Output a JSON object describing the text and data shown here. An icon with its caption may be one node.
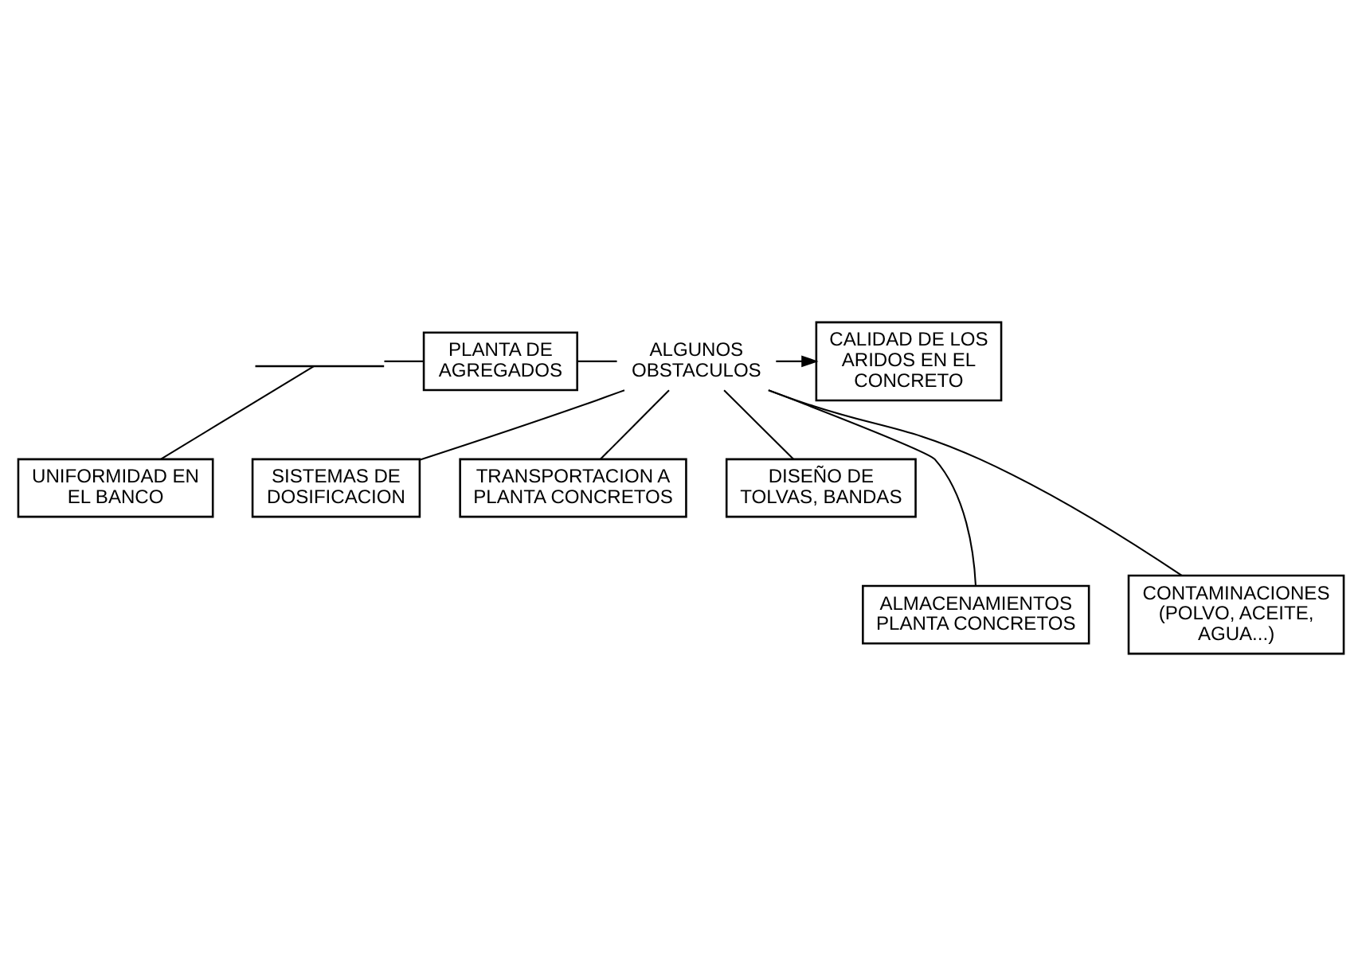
{
  "diagram": {
    "nodes": [
      {
        "text": [],
        "shape": "zigzag"
      },
      {
        "text": [
          "PLANTA DE AGREGADOS"
        ]
      },
      {
        "text": [
          "ALGUNOS",
          "OBSTACULOS"
        ]
      },
      {
        "text": [
          "CALIDAD DE LOS ARIDOS EN EL CONCRETO"
        ]
      },
      {
        "text": [
          "UNIFORMIDAD EN EL BANCO"
        ]
      },
      {
        "text": [
          "SISTEMAS DE DOSIFICACION"
        ]
      },
      {
        "text": [
          "TRANSPORTACION A PLANTA CONCRETOS"
        ]
      },
      {
        "text": [
          "DISEÑO DE TOLVAS, BANDAS"
        ]
      },
      {
        "text": [
          "ALMACENAMIENTOS PLANTA CONCRETOS"
        ]
      },
      {
        "text": [
          "CONTAMINACIONES (POLVO, ACEITE, AGUA...)"
        ]
      }
    ],
    "edges": [
      {
        "from": 0,
        "to": 1,
        "arrow": "none"
      },
      {
        "from": 1,
        "to": 2,
        "arrow": "none"
      },
      {
        "from": 2,
        "to": 3,
        "arrow": "to"
      },
      {
        "from": 0,
        "to": 4,
        "arrow": "none"
      },
      {
        "from": 2,
        "to": 5,
        "arrow": "none"
      },
      {
        "from": 2,
        "to": 6,
        "arrow": "none"
      },
      {
        "from": 2,
        "to": 7,
        "arrow": "none"
      },
      {
        "from": 2,
        "to": 8,
        "arrow": "none"
      },
      {
        "from": 2,
        "to": 9,
        "arrow": "none"
      }
    ]
  }
}
